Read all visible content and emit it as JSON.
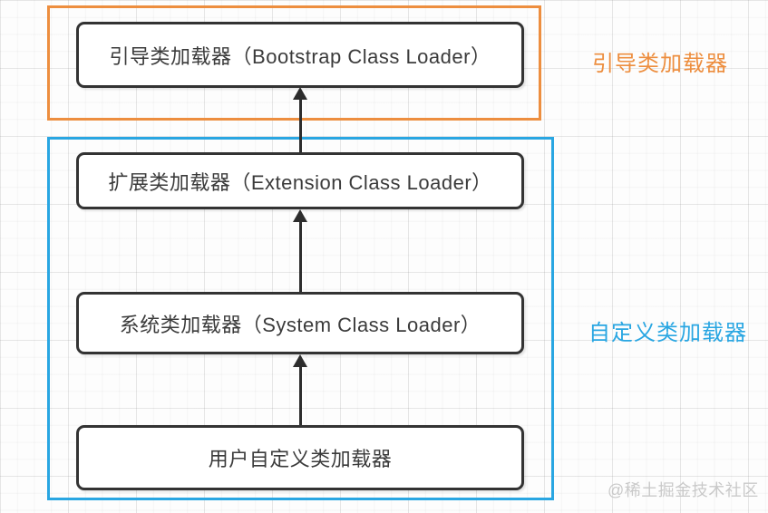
{
  "diagram": {
    "title_hint": "Java class loader hierarchy",
    "boxes": [
      {
        "id": "bootstrap",
        "label": "引导类加载器（Bootstrap Class Loader）"
      },
      {
        "id": "extension",
        "label": "扩展类加载器（Extension Class Loader）"
      },
      {
        "id": "system",
        "label": "系统类加载器（System Class Loader）"
      },
      {
        "id": "user",
        "label": "用户自定义类加载器"
      }
    ],
    "groups": [
      {
        "id": "bootstrap-group",
        "side_label": "引导类加载器",
        "border_style": "solid"
      },
      {
        "id": "custom-group",
        "side_label": "自定义类加载器",
        "border_style": "solid"
      }
    ],
    "arrows": [
      {
        "from": "extension",
        "to": "bootstrap",
        "direction": "up"
      },
      {
        "from": "system",
        "to": "extension",
        "direction": "up"
      },
      {
        "from": "user",
        "to": "system",
        "direction": "up"
      }
    ],
    "watermark": "@稀土掘金技术社区"
  },
  "colors": {
    "orange": "#ED8E3F",
    "blue": "#29A6E2",
    "box_border": "#333333",
    "box_text": "#3b3b3b",
    "watermark": "#c9c9c9"
  }
}
